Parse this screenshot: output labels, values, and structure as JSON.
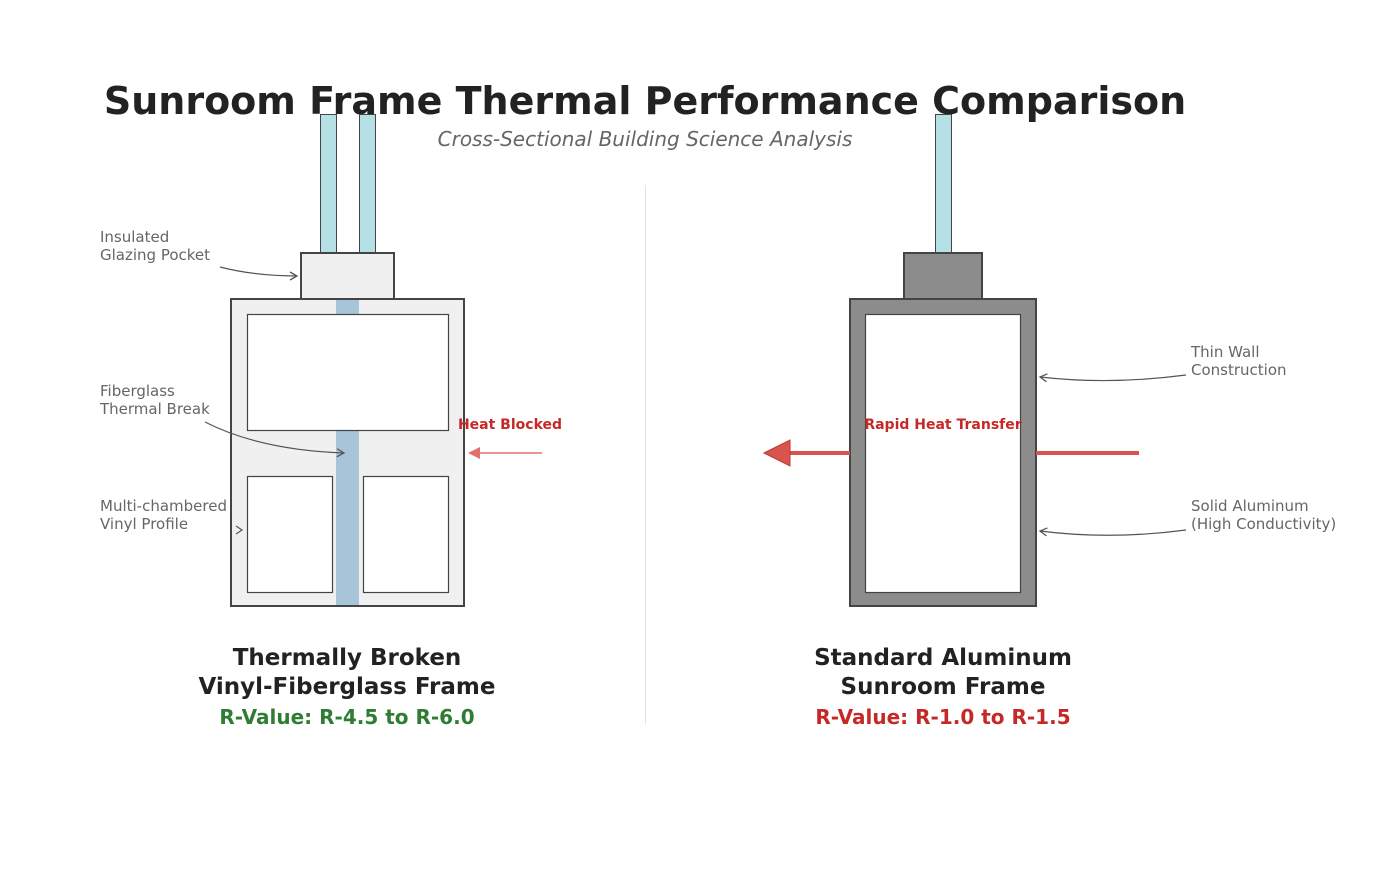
{
  "header": {
    "title": "Sunroom Frame Thermal Performance Comparison",
    "subtitle": "Cross-Sectional Building Science Analysis"
  },
  "colors": {
    "glass": "#b4e0e6",
    "vinyl_fill": "#f0f0f0",
    "fiberglass": "#a8c4d8",
    "aluminum": "#8c8c8c",
    "outline": "#444444",
    "heat_arrow": "#d9534f",
    "good": "#2e7d32",
    "bad": "#c62828",
    "label_text": "#666666",
    "heading_text": "#222222"
  },
  "left_frame": {
    "name_line1": "Thermally Broken",
    "name_line2": "Vinyl-Fiberglass Frame",
    "rvalue": "R-Value: R-4.5 to R-6.0",
    "heat_label": "Heat Blocked",
    "callouts": {
      "glazing_line1": "Insulated",
      "glazing_line2": "Glazing Pocket",
      "break_line1": "Fiberglass",
      "break_line2": "Thermal Break",
      "vinyl_line1": "Multi-chambered",
      "vinyl_line2": "Vinyl Profile"
    }
  },
  "right_frame": {
    "name_line1": "Standard Aluminum",
    "name_line2": "Sunroom Frame",
    "rvalue": "R-Value: R-1.0 to R-1.5",
    "heat_label": "Rapid Heat Transfer",
    "callouts": {
      "wall_line1": "Thin Wall",
      "wall_line2": "Construction",
      "solid_line1": "Solid Aluminum",
      "solid_line2": "(High Conductivity)"
    }
  }
}
